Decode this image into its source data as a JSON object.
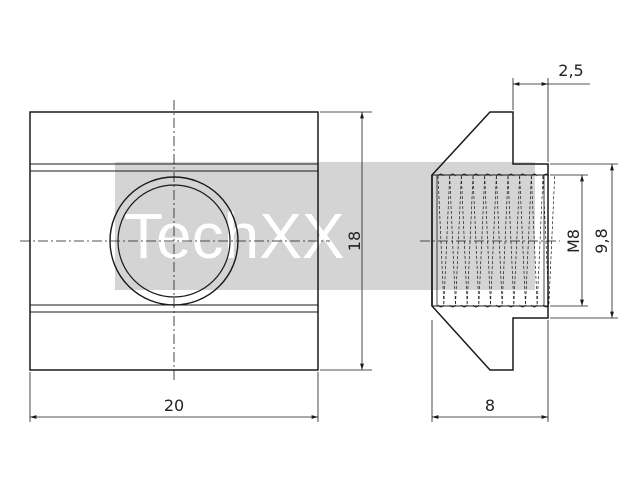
{
  "drawing": {
    "dimensions": {
      "width": "20",
      "height": "18",
      "depth": "8",
      "step": "2,5",
      "thread": "M8",
      "bore": "9,8"
    }
  },
  "watermark": {
    "text": "TechXX"
  },
  "colors": {
    "line": "#1a1a1a",
    "watermark": "#d4d4d4"
  }
}
